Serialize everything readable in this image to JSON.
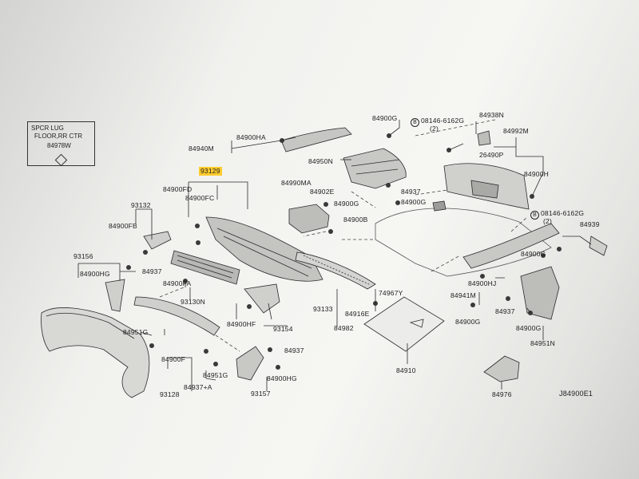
{
  "legend": {
    "line1": "SPCR LUG",
    "line2": "FLOOR,RR CTR",
    "line3": "84978W"
  },
  "diagram_code": "J84900E1",
  "highlight_color": "#ffcc2e",
  "bolt_marker": "B",
  "labels": {
    "p84940M": "84940M",
    "p84900HA": "84900HA",
    "p84950N": "84950N",
    "p84900G_a": "84900G",
    "p08146_a": "08146-6162G",
    "qty2_a": "(2)",
    "p84938N": "84938N",
    "p84992M": "84992M",
    "p26490P": "26490P",
    "p84900H": "84900H",
    "p93129": "93129",
    "p84900FD": "84900FD",
    "p84900FC": "84900FC",
    "p84990MA": "84990MA",
    "p84902E": "84902E",
    "p84937_a": "84937",
    "p84900G_b": "84900G",
    "p84900G_c": "84900G",
    "p84900B": "84900B",
    "p08146_b": "08146-6162G",
    "qty2_b": "(2)",
    "p84939": "84939",
    "p93132": "93132",
    "p84900FB": "84900FB",
    "p84900G_d": "84900G",
    "p93156": "93156",
    "p84900HG_a": "84900HG",
    "p84937_b": "84937",
    "p84900FA": "84900FA",
    "p84900HJ": "84900HJ",
    "p74967Y": "74967Y",
    "p84941M": "84941M",
    "p93130N": "93130N",
    "p93133": "93133",
    "p84916E": "84916E",
    "p84900G_e": "84900G",
    "p84937_c": "84937",
    "p84900G_f": "84900G",
    "p84900HF": "84900HF",
    "p93154": "93154",
    "p84982": "84982",
    "p84951N": "84951N",
    "p84951G_a": "84951G",
    "p84937_d": "84937",
    "p84900F": "84900F",
    "p84951G_b": "84951G",
    "p84910": "84910",
    "p84900HG_b": "84900HG",
    "p84937A": "84937+A",
    "p93128": "93128",
    "p93157": "93157",
    "p84976": "84976"
  }
}
